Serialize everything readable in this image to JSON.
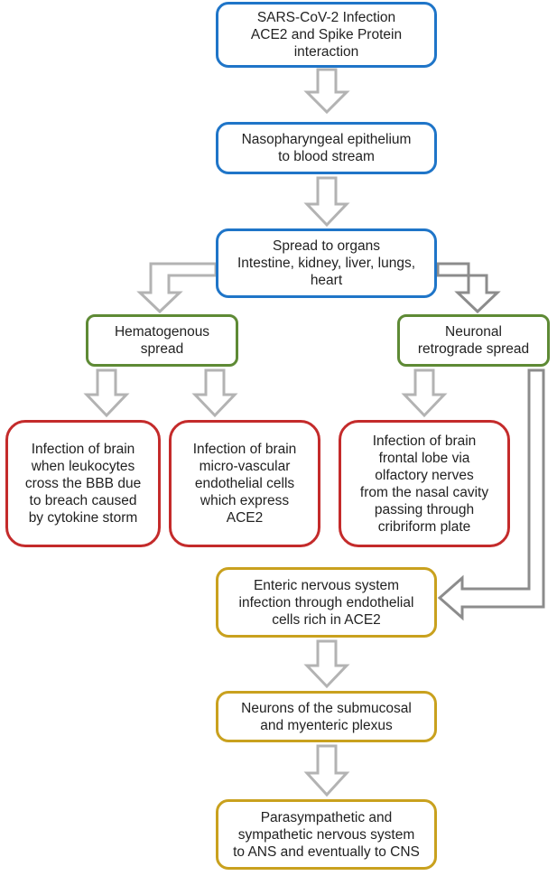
{
  "diagram": {
    "title": "",
    "nodes": {
      "infection": [
        "SARS-CoV-2 Infection",
        "ACE2 and Spike Protein",
        "interaction"
      ],
      "nasopharyngeal": [
        "Nasopharyngeal epithelium",
        "to blood stream"
      ],
      "spread": [
        "Spread to organs",
        "Intestine, kidney, liver, lungs,",
        "heart"
      ],
      "hematogenous": [
        "Hematogenous",
        "spread"
      ],
      "neuronal": [
        "Neuronal",
        "retrograde spread"
      ],
      "leukocytes": [
        "Infection of brain",
        "when leukocytes",
        "cross the BBB due",
        "to breach caused",
        "by cytokine storm"
      ],
      "microvascular": [
        "Infection of brain",
        "micro-vascular",
        "endothelial cells",
        "which express",
        "ACE2"
      ],
      "frontal": [
        "Infection of brain",
        "frontal lobe via",
        "olfactory nerves",
        "from the nasal cavity",
        "passing through",
        "cribriform plate"
      ],
      "enteric": [
        "Enteric nervous system",
        "infection through endothelial",
        "cells rich in ACE2"
      ],
      "neurons": [
        "Neurons of the submucosal",
        "and myenteric plexus"
      ],
      "parasympathetic": [
        "Parasympathetic and",
        "sympathetic nervous system",
        "to ANS and eventually to CNS"
      ]
    },
    "colors": {
      "blue": "#1f75c8",
      "green": "#5e8a35",
      "red": "#c42b2b",
      "gold": "#c9a11e",
      "arrow": "#b3b3b3"
    }
  }
}
